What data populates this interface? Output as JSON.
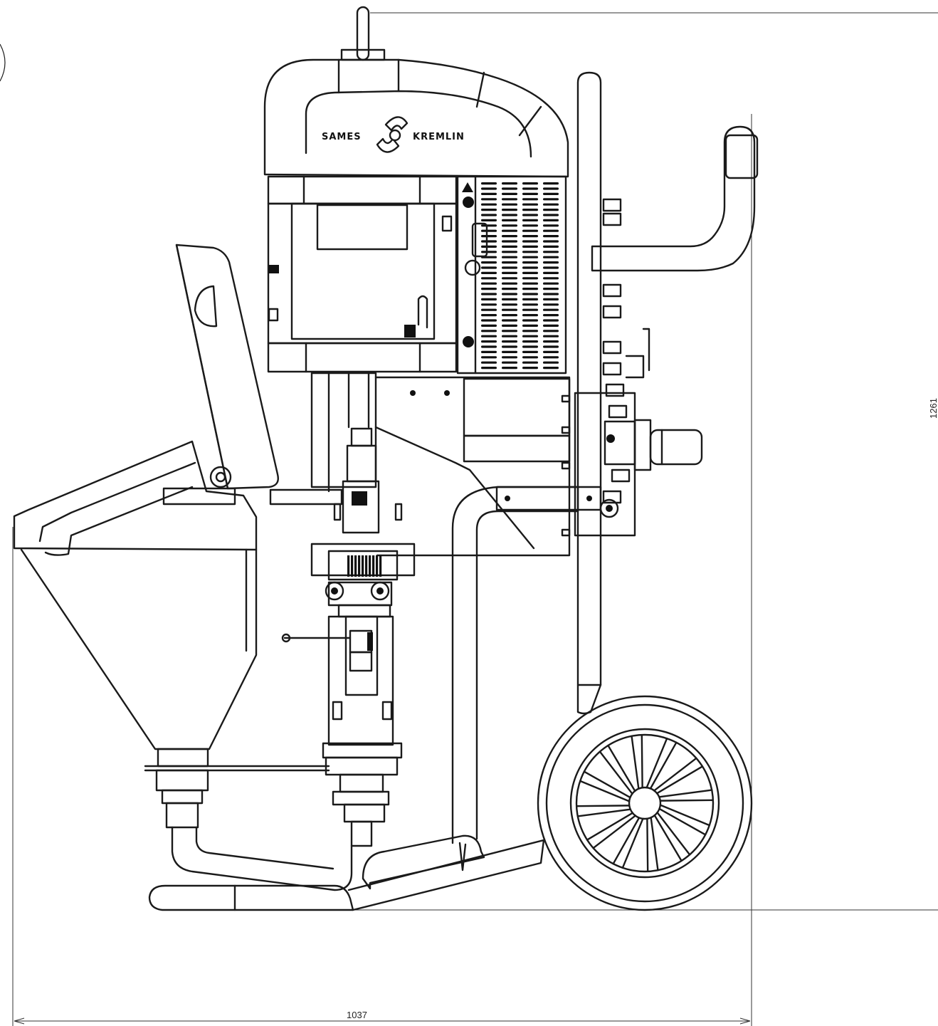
{
  "drawing": {
    "brand_left": "SAMES",
    "brand_right": "KREMLIN",
    "dimensions": {
      "width_label": "1037",
      "height_label": "1261"
    },
    "line_color": "#1a1a1a",
    "background": "#ffffff"
  }
}
